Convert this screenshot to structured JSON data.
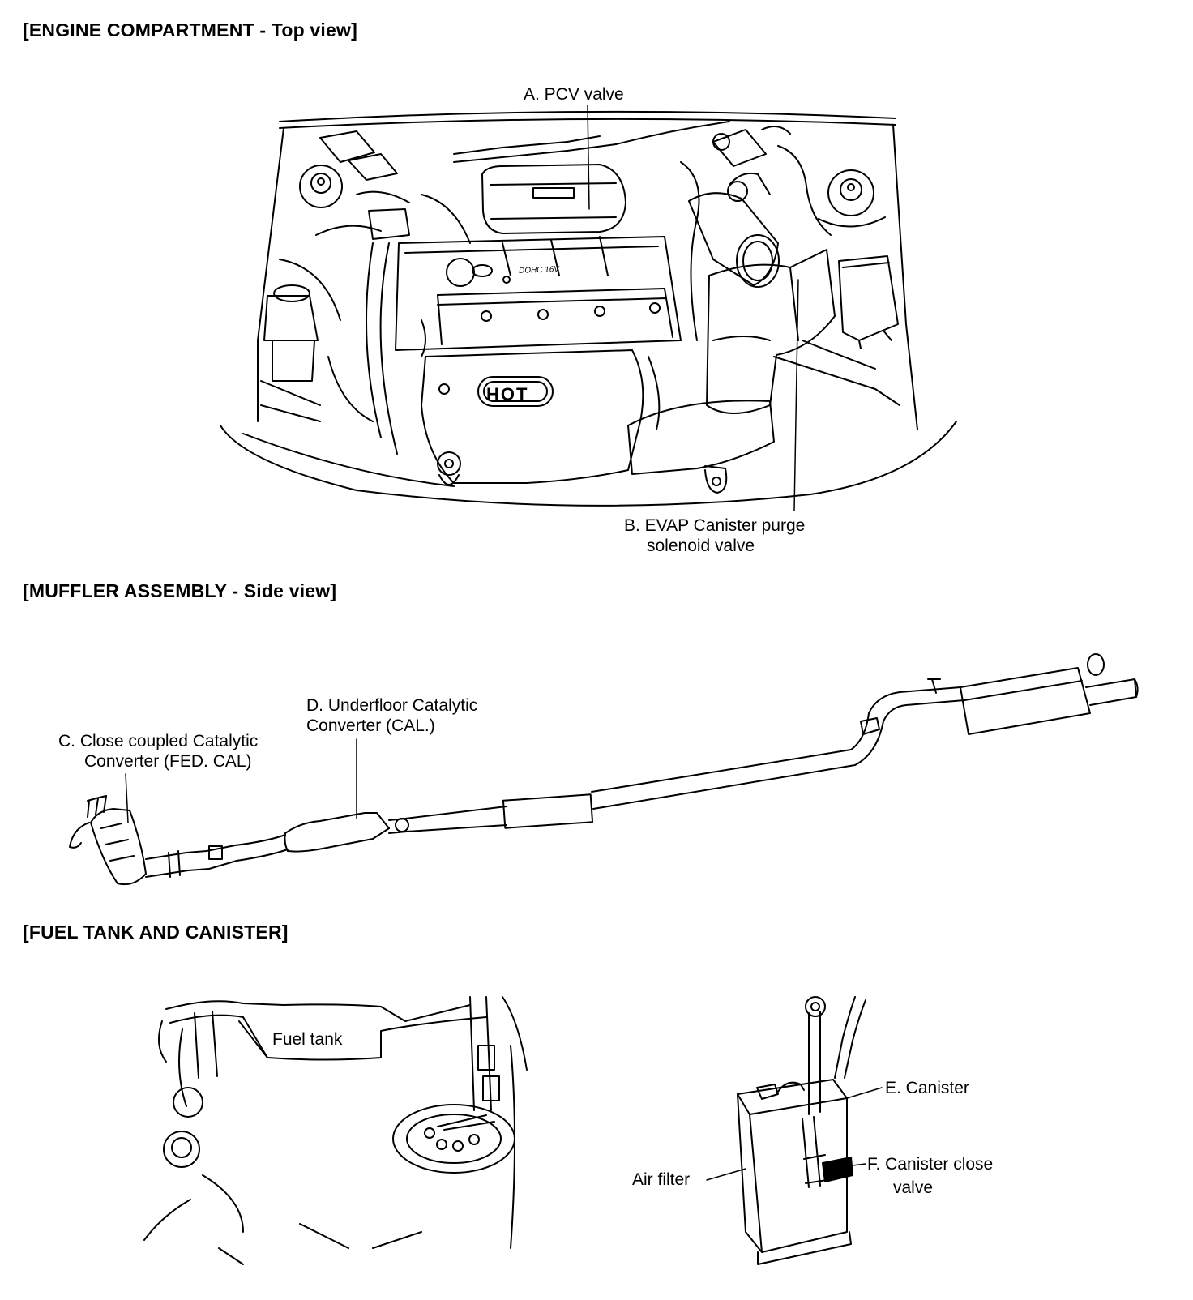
{
  "sections": {
    "engine": {
      "title": "[ENGINE COMPARTMENT - Top view]"
    },
    "muffler": {
      "title": "[MUFFLER ASSEMBLY - Side view]"
    },
    "fuel": {
      "title": "[FUEL TANK AND CANISTER]"
    }
  },
  "engine": {
    "labels": {
      "pcv": "A. PCV valve",
      "evap_1": "B. EVAP Canister purge",
      "evap_2": "solenoid valve"
    },
    "engraving": {
      "hot": "HOT",
      "dohc": "DOHC 16V"
    }
  },
  "muffler": {
    "labels": {
      "close_coupled_1": "C. Close coupled Catalytic",
      "close_coupled_2": "Converter (FED. CAL)",
      "underfloor_1": "D. Underfloor Catalytic",
      "underfloor_2": "Converter (CAL.)"
    }
  },
  "fuel": {
    "labels": {
      "fuel_tank": "Fuel tank",
      "canister": "E. Canister",
      "close_valve_1": "F. Canister close",
      "close_valve_2": "valve",
      "air_filter": "Air filter"
    }
  }
}
